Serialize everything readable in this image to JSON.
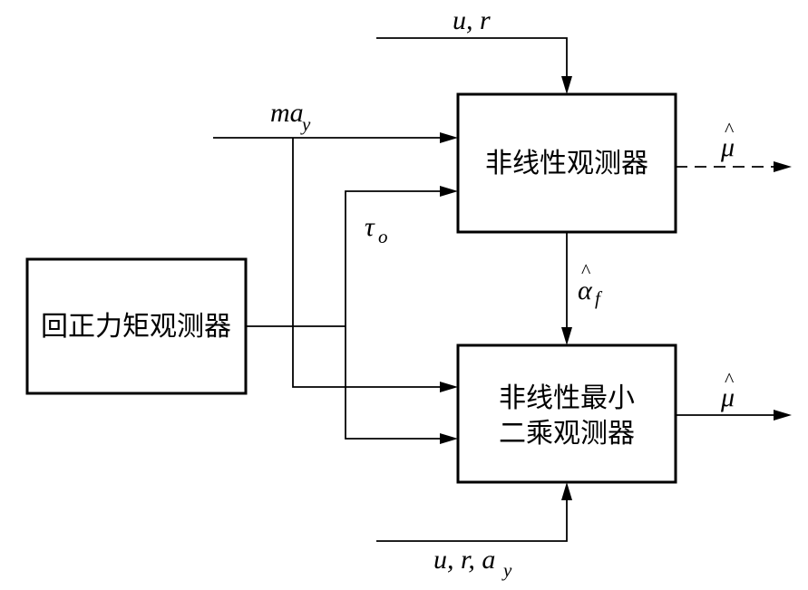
{
  "diagram": {
    "blocks": {
      "aligning_torque_observer": "回正力矩观测器",
      "nonlinear_observer": "非线性观测器",
      "nls_observer_line1": "非线性最小",
      "nls_observer_line2": "二乘观测器"
    },
    "signals": {
      "top_input": "u, r",
      "bottom_input_main": "u, r, a",
      "bottom_input_sub": "y",
      "ma_main": "ma",
      "ma_sub": "y",
      "tau_main": "τ",
      "tau_sub": "o",
      "alpha_main": "α",
      "alpha_sub": "f",
      "alpha_hat": "^",
      "mu_dashed": "μ",
      "mu_dashed_hat": "^",
      "mu_output": "μ",
      "mu_output_hat": "^"
    }
  }
}
